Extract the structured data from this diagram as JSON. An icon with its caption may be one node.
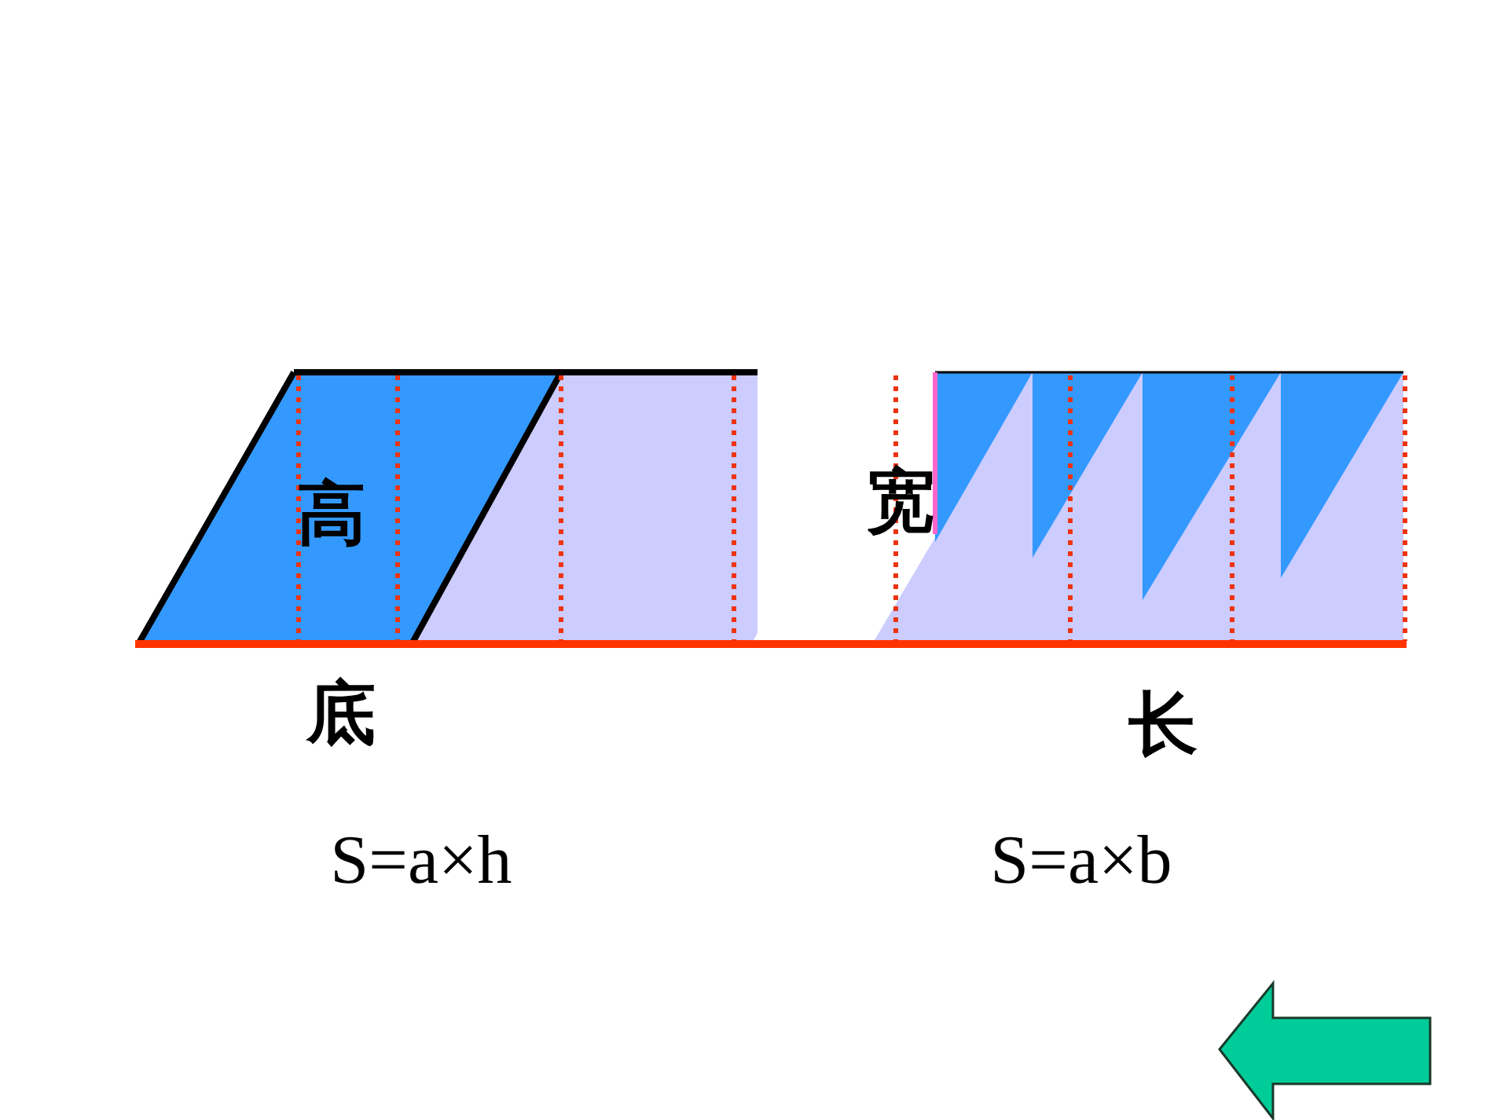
{
  "diagram": {
    "labels": [
      "高",
      "宽",
      "底",
      "长",
      "S=a×h",
      "S=a×b"
    ]
  }
}
